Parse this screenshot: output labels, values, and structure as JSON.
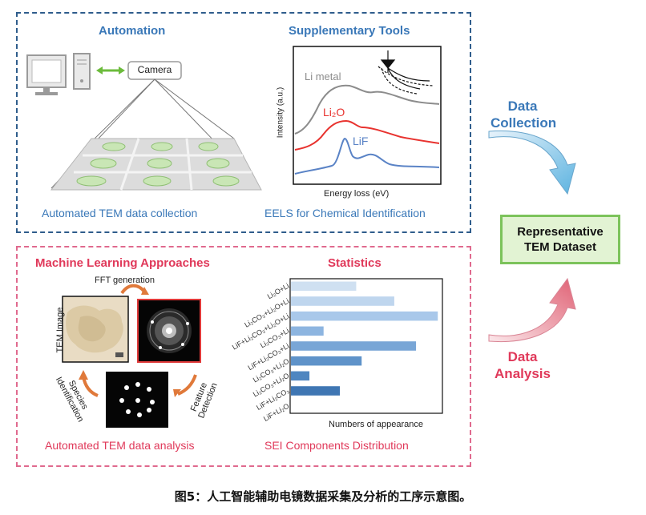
{
  "automation": {
    "title": "Automation",
    "camera_label": "Camera",
    "caption": "Automated TEM data collection"
  },
  "supplementary": {
    "title": "Supplementary Tools",
    "y_axis": "Intensity (a.u.)",
    "x_axis": "Energy loss (eV)",
    "curve_li_metal": "Li metal",
    "curve_li2o": "Li₂O",
    "curve_lif": "LiF",
    "caption": "EELS for Chemical Identification"
  },
  "ml": {
    "title": "Machine Learning Approaches",
    "fft_label": "FFT generation",
    "tem_image_label": "TEM Image",
    "feature_label": "Feature Detection",
    "species_label": "Species Identification",
    "caption": "Automated TEM data analysis"
  },
  "statistics": {
    "title": "Statistics",
    "x_axis": "Numbers of appearance",
    "caption": "SEI Components Distribution"
  },
  "side": {
    "data_collection": "Data Collection",
    "data_analysis": "Data Analysis",
    "representative": "Representative TEM Dataset"
  },
  "colors": {
    "blue_box": "#2f5d8c",
    "pink_box": "#e06a8e",
    "accent_blue": "#3a78b8",
    "accent_red": "#e0395a",
    "result_fill": "#e2f3d3",
    "result_border": "#7cc35b"
  },
  "chart_data": {
    "type": "bar",
    "orientation": "horizontal",
    "categories": [
      "Li₂O+Li",
      "Li₂CO₃+Li₂O+Li",
      "LiF+Li₂CO₃+Li₂O+Li",
      "Li₂CO₃+Li",
      "LiF+Li₂CO₃+Li",
      "Li₂CO₃+Li₂O",
      "Li₂CO₃+Li₂O",
      "LiF+Li₂CO₃",
      "LiF+Li₂O"
    ],
    "values": [
      6,
      9.5,
      13.5,
      3,
      11.5,
      6.5,
      1.7,
      4.5,
      0
    ],
    "bar_colors": [
      "#cfe0f1",
      "#bfd6ee",
      "#a9c8ea",
      "#8db5e0",
      "#79a6d6",
      "#5f93c9",
      "#4f86c0",
      "#3f76b3",
      "#2f66a6"
    ],
    "xlabel": "Numbers of appearance",
    "ylabel": "",
    "xlim": [
      0,
      14
    ]
  },
  "figure_caption": "图5：人工智能辅助电镜数据采集及分析的工序示意图。"
}
